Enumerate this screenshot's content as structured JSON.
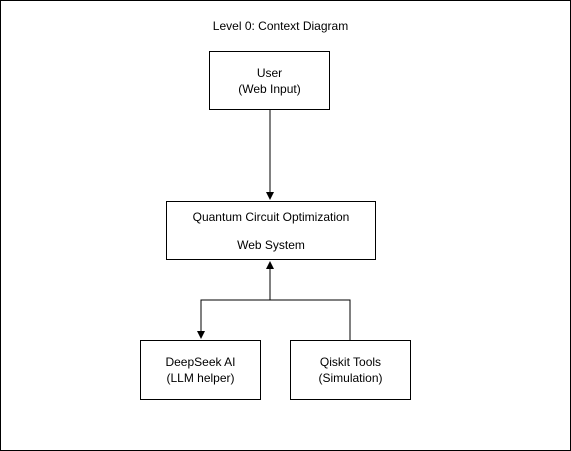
{
  "diagram": {
    "title": "Level 0: Context Diagram",
    "nodes": {
      "user": {
        "line1": "User",
        "line2": "(Web Input)"
      },
      "system": {
        "line1": "Quantum Circuit Optimization",
        "line2": "Web System"
      },
      "deepseek": {
        "line1": "DeepSeek AI",
        "line2": "(LLM helper)"
      },
      "qiskit": {
        "line1": "Qiskit Tools",
        "line2": "(Simulation)"
      }
    },
    "edges": [
      {
        "from": "user",
        "to": "system"
      },
      {
        "from": "system",
        "to": "deepseek"
      },
      {
        "from": "qiskit",
        "to": "system"
      }
    ],
    "colors": {
      "stroke": "#000000",
      "background": "#ffffff"
    }
  }
}
